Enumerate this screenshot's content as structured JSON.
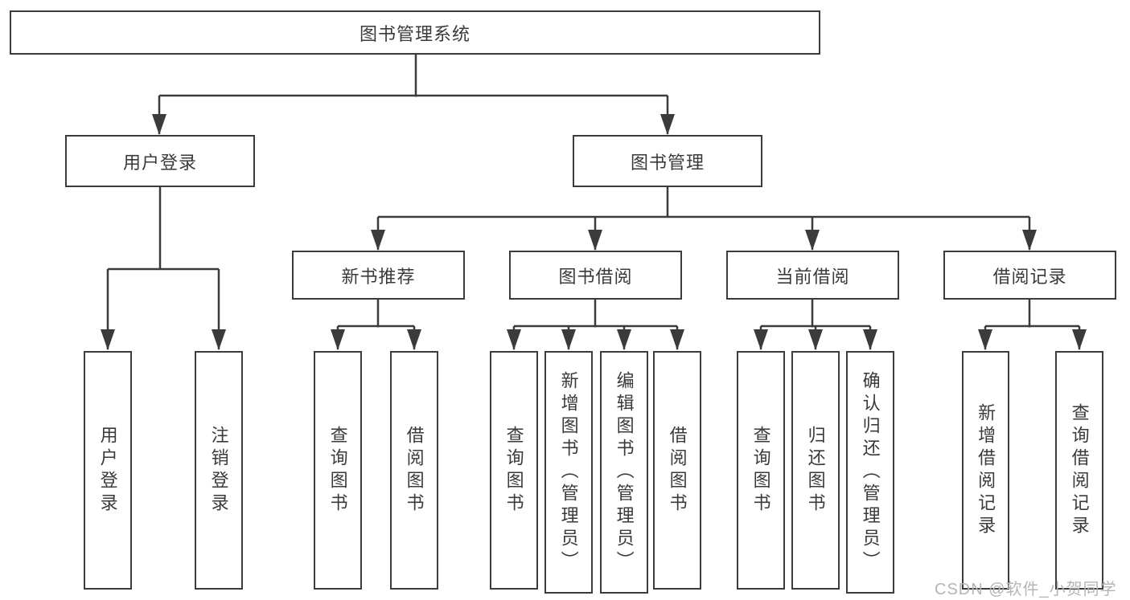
{
  "diagram": {
    "title": "图书管理系统",
    "level2": {
      "login": {
        "label": "用户登录",
        "children": [
          "用户登录",
          "注销登录"
        ]
      },
      "mgmt": {
        "label": "图书管理"
      }
    },
    "groups": [
      {
        "label": "新书推荐",
        "children": [
          "查询图书",
          "借阅图书"
        ]
      },
      {
        "label": "图书借阅",
        "children": [
          "查询图书",
          "新增图书（管理员）",
          "编辑图书（管理员）",
          "借阅图书"
        ]
      },
      {
        "label": "当前借阅",
        "children": [
          "查询图书",
          "归还图书",
          "确认归还（管理员）"
        ]
      },
      {
        "label": "借阅记录",
        "children": [
          "新增借阅记录",
          "查询借阅记录"
        ]
      }
    ]
  },
  "watermark": {
    "text": "CSDN @软件_小贺同学"
  },
  "colors": {
    "line": "#3b3b3b",
    "text": "#3a3a3a",
    "watermark": "#b5b5b5",
    "background": "#ffffff"
  }
}
